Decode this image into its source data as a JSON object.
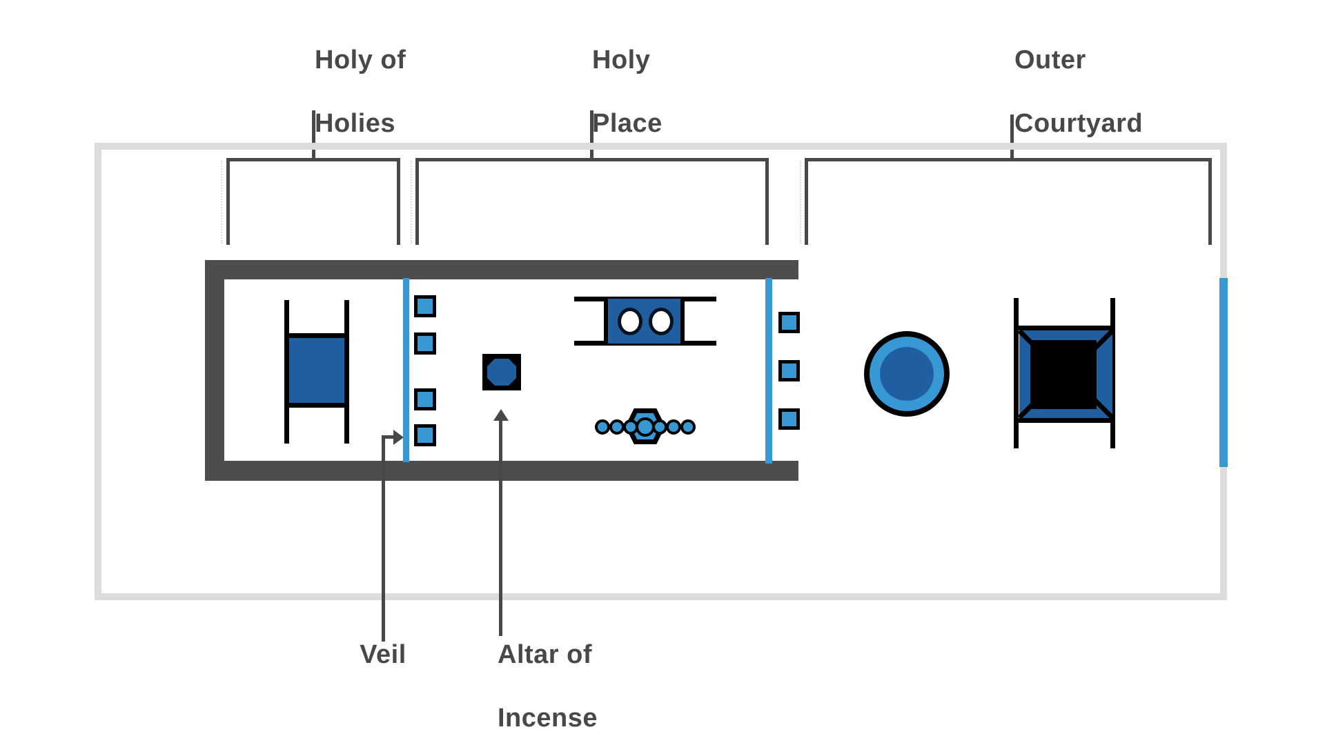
{
  "labels": {
    "holy_of_holies": [
      "Holy of",
      "Holies"
    ],
    "holy_place": [
      "Holy",
      "Place"
    ],
    "outer_courtyard": [
      "Outer",
      "Courtyard"
    ],
    "veil": "Veil",
    "altar_of_incense": [
      "Altar of",
      "Incense"
    ]
  },
  "colors": {
    "line": "#48484b",
    "wall": "#4d4d4f",
    "frame": "#dcdcdd",
    "blue": "#3798d4",
    "darkblue": "#1f5f9f",
    "black": "#000000",
    "white": "#ffffff"
  }
}
